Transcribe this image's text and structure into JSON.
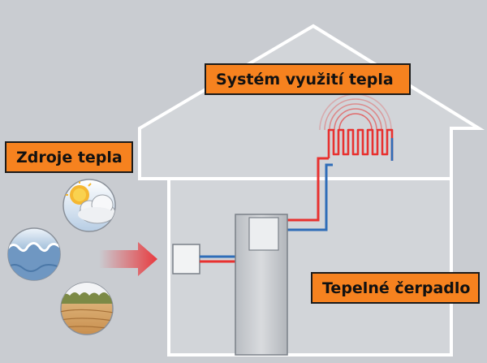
{
  "labels": {
    "heat_system": "Systém využití tepla",
    "heat_sources": "Zdroje tepla",
    "heat_pump": "Tepelné čerpadlo"
  },
  "colors": {
    "background": "#c9ccd1",
    "house_fill": "#d2d5d9",
    "house_stroke": "#ffffff",
    "label_fill": "#f6821f",
    "pipe_hot": "#e8312f",
    "pipe_cold": "#2f6db8",
    "arrow": "#e83a3f"
  },
  "icons": {
    "sources": [
      "sun-cloud-air-icon",
      "water-wave-icon",
      "ground-earth-icon"
    ],
    "unit": "heat-pump-unit",
    "emitter": "floor-heating-coil-icon"
  }
}
